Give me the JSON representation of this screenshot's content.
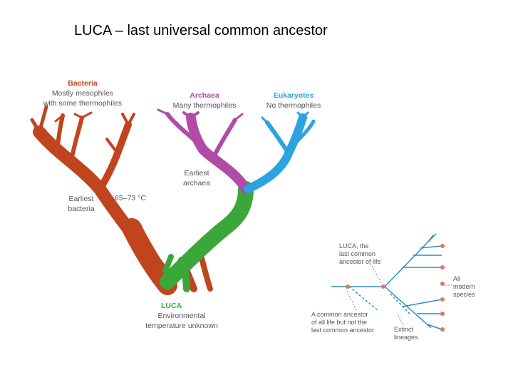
{
  "title": "LUCA – last universal common ancestor",
  "main_tree": {
    "bacteria": {
      "title": "Bacteria",
      "line1": "Mostly mesophiles",
      "line2": "with some thermophiles",
      "color": "#c0451e"
    },
    "archaea": {
      "title": "Archaea",
      "line1": "Many thermophiles",
      "color": "#b24aa8"
    },
    "eukaryotes": {
      "title": "Eukaryotes",
      "line1": "No thermophiles",
      "color": "#2ba3df"
    },
    "earliest_archaea": {
      "line1": "Earliest",
      "line2": "archaea"
    },
    "earliest_bacteria": {
      "line1": "Earliest",
      "line2": "bacteria"
    },
    "temperature": "65–73 °C",
    "luca": {
      "title": "LUCA",
      "line1": "Environmental",
      "line2": "temperature unknown",
      "color": "#3aa839"
    }
  },
  "inset": {
    "luca_label": [
      "LUCA, the",
      "last common",
      "ancestor of life"
    ],
    "modern_label": [
      "All",
      "modern",
      "species"
    ],
    "ancestor_label": [
      "A common ancestor",
      "of all life but not the",
      "last common ancestor"
    ],
    "extinct_label": [
      "Extinct",
      "lineages"
    ],
    "line_color": "#2b8cc4",
    "dot_color": "#e8735a"
  }
}
